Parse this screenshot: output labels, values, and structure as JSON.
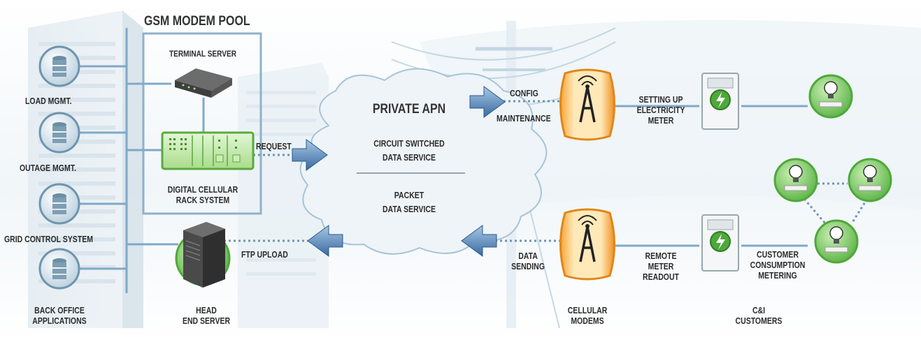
{
  "labels": {
    "gsm_pool": "GSM MODEM POOL",
    "terminal_server": "TERMINAL SERVER",
    "digital_rack": "DIGITAL CELLULAR\nRACK SYSTEM",
    "request": "REQUEST",
    "ftp_upload": "FTP UPLOAD",
    "private_apn": "PRIVATE APN",
    "circuit_switched": "CIRCUIT SWITCHED\nDATA SERVICE",
    "packet_data": "PACKET\nDATA SERVICE",
    "config": "CONFIG",
    "maintenance": "MAINTENANCE",
    "data_sending": "DATA\nSENDING",
    "setting_up": "SETTING UP\nELECTRICITY\nMETER",
    "remote_readout": "REMOTE\nMETER\nREADOUT",
    "customer_metering": "CUSTOMER\nCONSUMPTION\nMETERING",
    "load_mgmt": "LOAD MGMT.",
    "outage_mgmt": "OUTAGE MGMT.",
    "grid_control": "GRID CONTROL SYSTEM",
    "back_office": "BACK OFFICE\nAPPLICATIONS",
    "head_end": "HEAD\nEND SERVER",
    "cellular_modems": "CELLULAR\nMODEMS",
    "ci_customers": "C&I\nCUSTOMERS"
  },
  "colors": {
    "line": "#7fa9c6",
    "dotted": "#6f95ad",
    "arrow": "#3d6fa3",
    "modem": "#f19a1f",
    "green": "#4ea83a",
    "database": "#8fb0c4"
  }
}
